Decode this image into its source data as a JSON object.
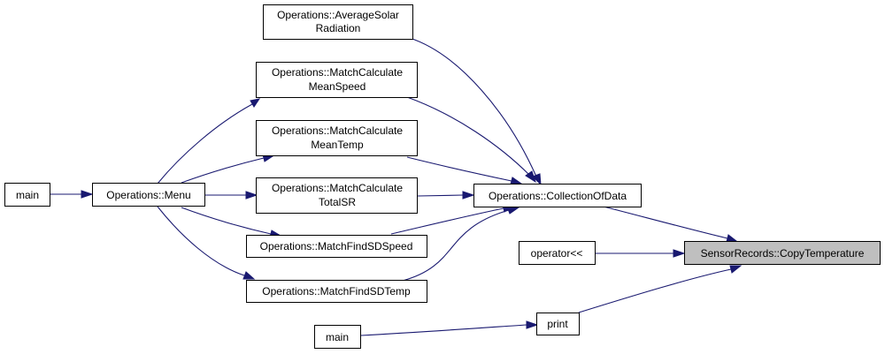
{
  "colors": {
    "edge": "#191970",
    "node_border": "#000000",
    "node_fill": "#ffffff",
    "focus_fill": "#bfbfbf"
  },
  "nodes": {
    "avg_solar": {
      "lines": [
        "Operations::AverageSolar",
        "Radiation"
      ]
    },
    "match_mean_speed": {
      "lines": [
        "Operations::MatchCalculate",
        "MeanSpeed"
      ]
    },
    "match_mean_temp": {
      "lines": [
        "Operations::MatchCalculate",
        "MeanTemp"
      ]
    },
    "match_total_sr": {
      "lines": [
        "Operations::MatchCalculate",
        "TotalSR"
      ]
    },
    "match_sd_speed": {
      "lines": [
        "Operations::MatchFindSDSpeed"
      ]
    },
    "match_sd_temp": {
      "lines": [
        "Operations::MatchFindSDTemp"
      ]
    },
    "main_top": {
      "lines": [
        "main"
      ]
    },
    "menu": {
      "lines": [
        "Operations::Menu"
      ]
    },
    "collection": {
      "lines": [
        "Operations::CollectionOfData"
      ]
    },
    "operator_ll": {
      "lines": [
        "operator<<"
      ]
    },
    "copy_temp": {
      "lines": [
        "SensorRecords::CopyTemperature"
      ]
    },
    "print": {
      "lines": [
        "print"
      ]
    },
    "main_bottom": {
      "lines": [
        "main"
      ]
    }
  }
}
